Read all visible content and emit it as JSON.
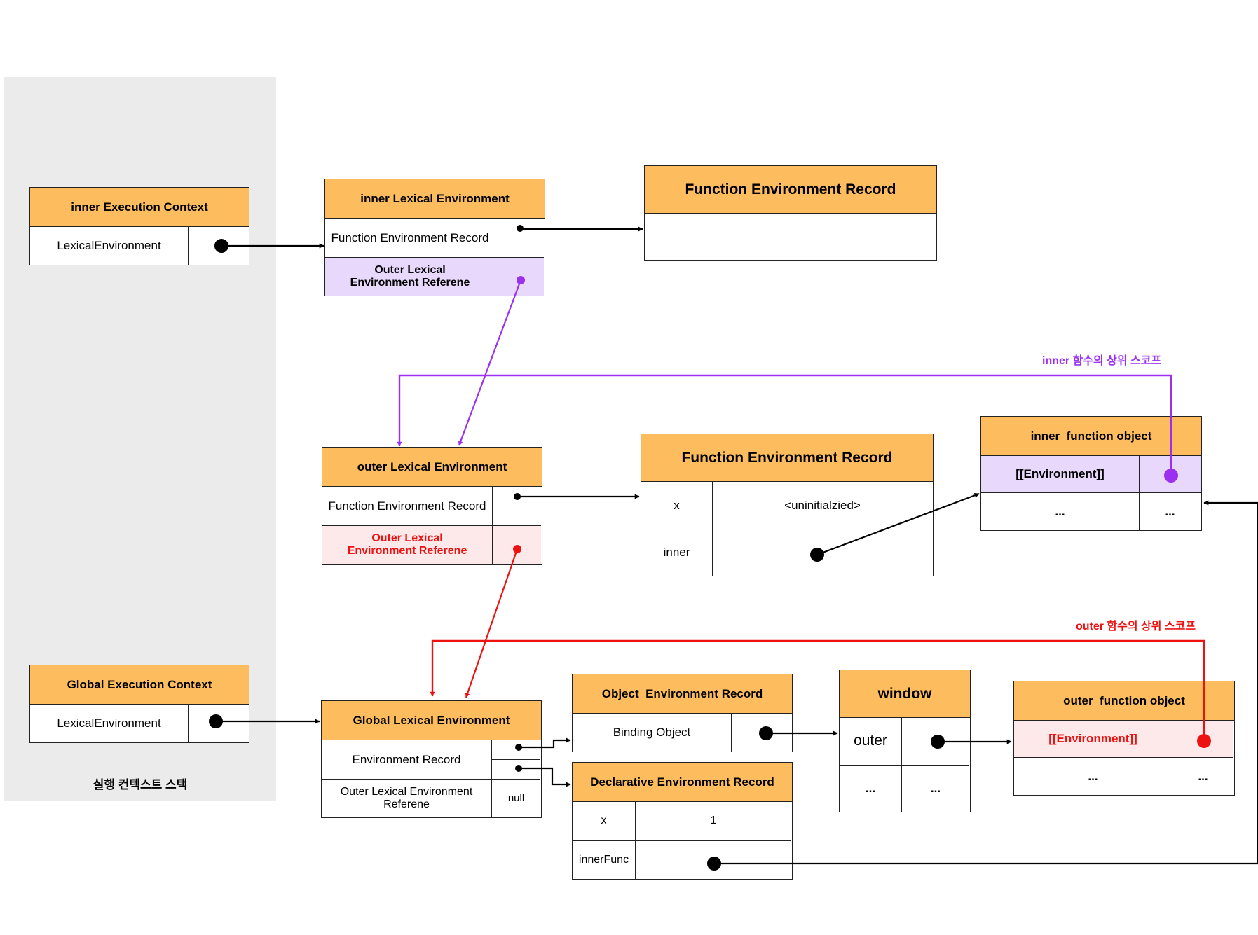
{
  "stack": {
    "label": "실행 컨텍스트 스택"
  },
  "inner_ec": {
    "title": "inner Execution Context",
    "field": "LexicalEnvironment"
  },
  "global_ec": {
    "title": "Global Execution Context",
    "field": "LexicalEnvironment"
  },
  "inner_le": {
    "title": "inner Lexical Environment",
    "record": "Function Environment Record",
    "outer_ref": "Outer Lexical Environment Referene"
  },
  "inner_fer": {
    "title": "Function Environment Record"
  },
  "outer_le": {
    "title": "outer Lexical Environment",
    "record": "Function Environment Record",
    "outer_ref": "Outer Lexical Environment Referene"
  },
  "outer_fer": {
    "title": "Function Environment Record",
    "rows": [
      {
        "key": "x",
        "value": "<uninitialzied>"
      },
      {
        "key": "inner",
        "value": ""
      }
    ]
  },
  "inner_fo": {
    "title": "inner  function object",
    "env": "[[Environment]]",
    "more_key": "...",
    "more_val": "..."
  },
  "global_le": {
    "title": "Global Lexical Environment",
    "record": "Environment Record",
    "outer_ref": "Outer Lexical Environment Referene",
    "outer_val": "null"
  },
  "obj_er": {
    "title": "Object  Environment Record",
    "binding": "Binding Object"
  },
  "decl_er": {
    "title": "Declarative Environment Record",
    "rows": [
      {
        "key": "x",
        "value": "1"
      },
      {
        "key": "innerFunc",
        "value": ""
      }
    ]
  },
  "window": {
    "title": "window",
    "key": "outer",
    "more_key": "...",
    "more_val": "..."
  },
  "outer_fo": {
    "title": "outer  function object",
    "env": "[[Environment]]",
    "more_key": "...",
    "more_val": "..."
  },
  "notes": {
    "inner_scope": "inner 함수의 상위 스코프",
    "outer_scope": "outer 함수의 상위 스코프"
  },
  "colors": {
    "header": "#fdbd5e",
    "purple": "#9b30f0",
    "red": "#ee1111",
    "purple_fill": "#e8d9fc",
    "pink_fill": "#fde9e9"
  }
}
